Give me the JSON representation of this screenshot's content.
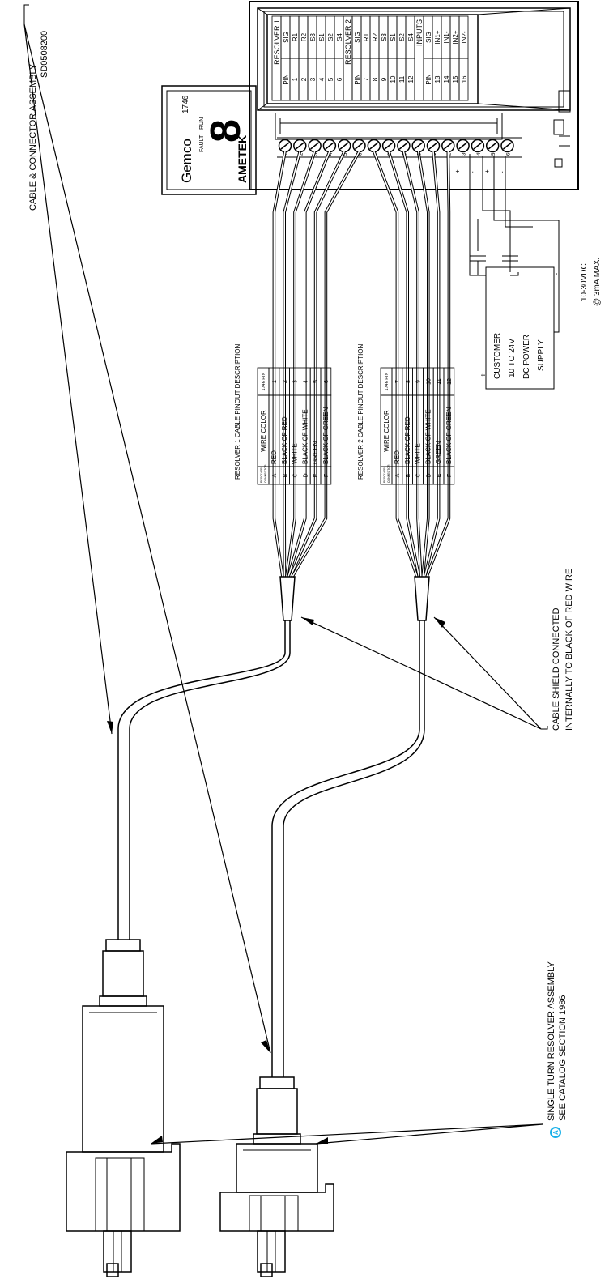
{
  "labels": {
    "cable_assembly": [
      "CABLE & CONNECTOR ASSEMBLY",
      "SD0508200"
    ],
    "resolver_assembly": [
      "SINGLE TURN RESOLVER ASSEMBLY",
      "SEE CATALOG SECTION 1986"
    ],
    "cable_shield": [
      "CABLE SHIELD CONNECTED",
      "INTERNALLY TO BLACK OF RED WIRE"
    ],
    "power_supply": [
      "CUSTOMER",
      "10 TO 24V",
      "DC POWER",
      "SUPPLY"
    ],
    "voltage": [
      "10-30VDC",
      "@ 3mA MAX."
    ],
    "revision_marker": "A"
  },
  "module": {
    "brand": "Gemco",
    "model": "1746",
    "digit": "8",
    "run": "RUN",
    "fault": "FAULT",
    "ametek": "AMETEK"
  },
  "terminals_top": [
    "1",
    "2",
    "3",
    "4",
    "5",
    "6",
    "7",
    "8",
    "9",
    "0",
    "1",
    "2"
  ],
  "terminals_bottom": [
    "3",
    "4",
    "5",
    "6"
  ],
  "supply_polarity": [
    "+",
    "-",
    "+",
    "-"
  ],
  "label_plate": {
    "sections": [
      {
        "title": "RESOLVER 1",
        "cols": [
          "PIN",
          "SIG"
        ],
        "rows": [
          [
            "1",
            "R1"
          ],
          [
            "2",
            "R2"
          ],
          [
            "3",
            "S3"
          ],
          [
            "4",
            "S1"
          ],
          [
            "5",
            "S2"
          ],
          [
            "6",
            "S4"
          ]
        ]
      },
      {
        "title": "RESOLVER 2",
        "cols": [
          "PIN",
          "SIG"
        ],
        "rows": [
          [
            "7",
            "R1"
          ],
          [
            "8",
            "R2"
          ],
          [
            "9",
            "S3"
          ],
          [
            "10",
            "S1"
          ],
          [
            "11",
            "S2"
          ],
          [
            "12",
            "S4"
          ]
        ]
      },
      {
        "title": "INPUTS",
        "cols": [
          "PIN",
          "SIG"
        ],
        "rows": [
          [
            "13",
            "IN1+"
          ],
          [
            "14",
            "IN1-"
          ],
          [
            "15",
            "IN2+"
          ],
          [
            "16",
            "IN2-"
          ]
        ]
      }
    ]
  },
  "pinout_tables": [
    {
      "title": "RESOLVER 1 CABLE PINOUT DESCRIPTION",
      "headers": [
        "RESOLVER CONNECTOR",
        "WIRE COLOR",
        "1746 PIN"
      ],
      "rows": [
        [
          "A",
          "RED",
          "1"
        ],
        [
          "B",
          "BLACK OF RED",
          "2"
        ],
        [
          "C",
          "WHITE",
          "3"
        ],
        [
          "D",
          "BLACK OF WHITE",
          "4"
        ],
        [
          "E",
          "GREEN",
          "5"
        ],
        [
          "F",
          "BLACK OF GREEN",
          "6"
        ]
      ]
    },
    {
      "title": "RESOLVER 2 CABLE PINOUT DESCRIPTION",
      "headers": [
        "RESOLVER CONNECTOR",
        "WIRE COLOR",
        "1746 PIN"
      ],
      "rows": [
        [
          "A",
          "RED",
          "7"
        ],
        [
          "B",
          "BLACK OF RED",
          "8"
        ],
        [
          "C",
          "WHITE",
          "9"
        ],
        [
          "D",
          "BLACK OF WHITE",
          "10"
        ],
        [
          "E",
          "GREEN",
          "11"
        ],
        [
          "F",
          "BLACK OF GREEN",
          "12"
        ]
      ]
    }
  ],
  "colors": {
    "ink": "#000000",
    "revision_marker": "#1ab0e8"
  }
}
